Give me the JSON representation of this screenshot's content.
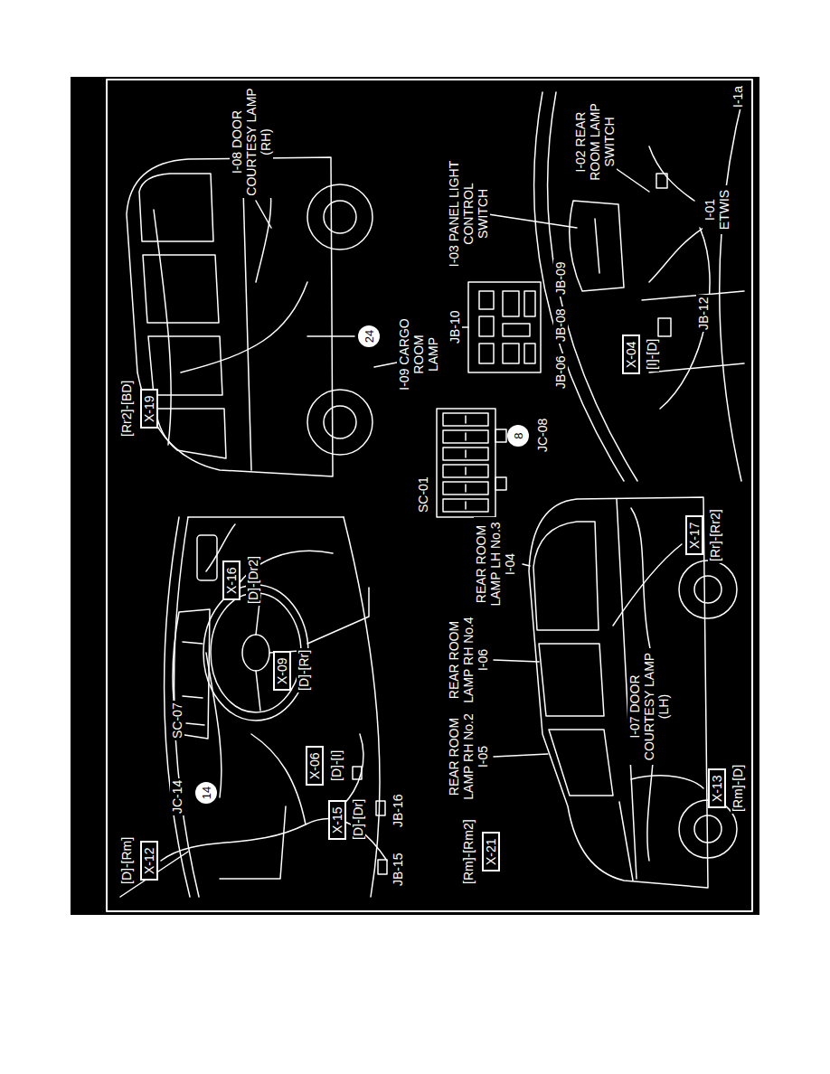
{
  "diagram": {
    "nodes": [
      {
        "text": [
          "X-12"
        ]
      },
      {
        "text": [
          "14"
        ]
      },
      {
        "text": [
          "X-16"
        ]
      },
      {
        "text": [
          "X-09"
        ]
      },
      {
        "text": [
          "X-06"
        ]
      },
      {
        "text": [
          "X-15"
        ]
      },
      {
        "text": [
          "X-19"
        ]
      },
      {
        "text": [
          "24"
        ]
      },
      {
        "text": [
          "8"
        ]
      },
      {
        "text": [
          "X-21"
        ]
      },
      {
        "text": [
          "X-17"
        ]
      },
      {
        "text": [
          "X-13"
        ]
      },
      {
        "text": [
          "X-04"
        ]
      }
    ],
    "labels": [
      "[D]-[Rm]",
      "JC-14",
      "SC-07",
      "[D]-[Dr2]",
      "[D]-[Rr]",
      "[D]-[I]",
      "[D]-[Dr]",
      "JB-15",
      "JB-16",
      "[Rr2]-[BD]",
      "I-09 CARGO ROOM LAMP",
      "I-08 DOOR COURTESY LAMP (RH)",
      "SC-01",
      "JC-08",
      "JB-10",
      "JB-06",
      "JB-08",
      "JB-09",
      "[Rm]-[Rm2]",
      "REAR ROOM LAMP RH No.2 I-05",
      "REAR ROOM LAMP RH No.4 I-06",
      "REAR ROOM LAMP LH No.3 I-04",
      "[Rr]-[Rr2]",
      "I-07 DOOR COURTESY LAMP (LH)",
      "[Rm]-[D]",
      "I-03 PANEL LIGHT CONTROL SWITCH",
      "[I]-[D]",
      "JB-12",
      "I-02 REAR ROOM LAMP SWITCH",
      "I-01 ETWIS",
      "I-1a"
    ]
  }
}
